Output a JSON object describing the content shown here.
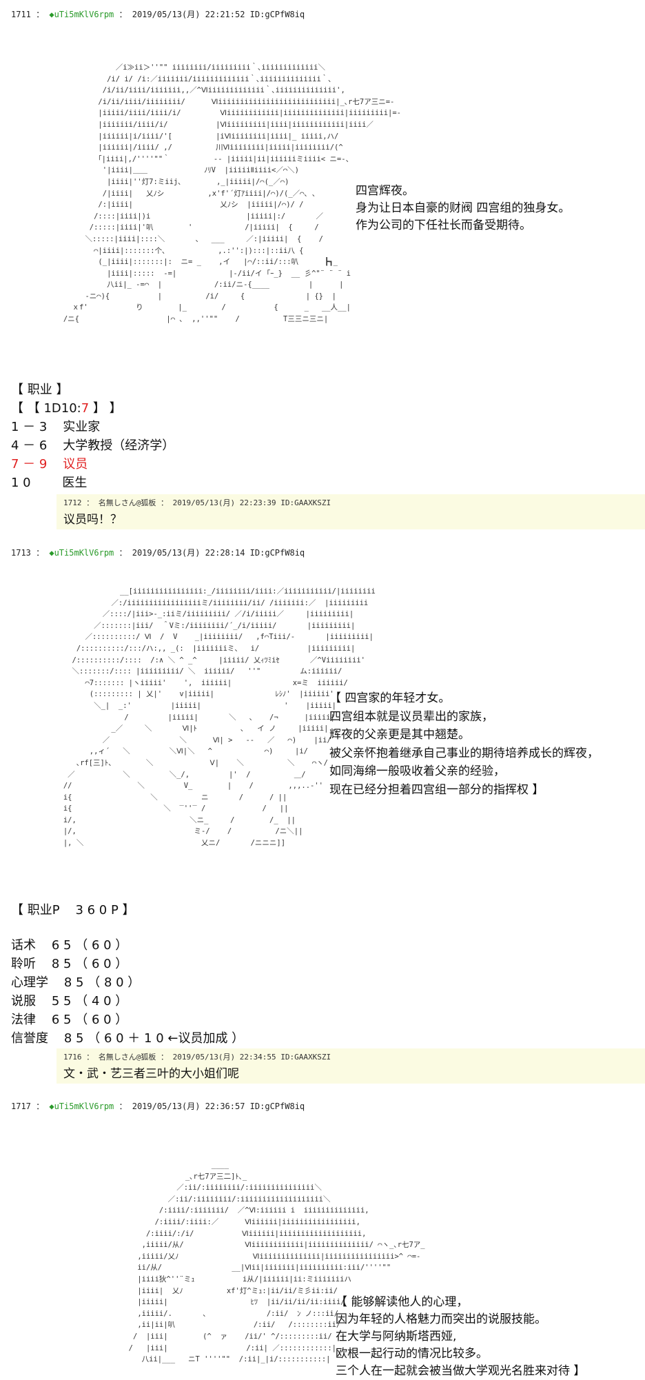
{
  "posts": [
    {
      "number": "1711",
      "trip": "◆uTi5mKlV6rpm",
      "date": "2019/05/13(月) 22:21:52 ID:gCPfW8iq",
      "ascii_art": "                        ／i≫ii＞''\"\" iiiiiiii/iiiiiiiii｀､iiiiiiiiiiiii＼\n                      /i/ i/ /i:／iiiiiii/iiiiiiiiiiiii｀､iiiiiiiiiiiiii｀､\n                     /i/ii/iiii/iiiiiii,,／^Ⅵiiiiiiiiiiiii｀､iiiiiiiiiiiiii',\n                    /i/ii/iiii/iiiiiiii/      Ⅵiiiiiiiiiiiiiiiiiiiiiiiiiii|_､r七7ア三ニ=-\n                    |iiiii/iiii/iiii/i/         Ⅵiiiiiiiiiiii|iiiiiiiiiiiiii|iiiiiiiii|=-\n                    |iiiiiii/iiii/i/           |Ⅵiiiiiiiii|iiii|iiiiiiiiiiii|iiii／\n                    |iiiiii|i/iiii/'[          |iⅥiiiiiiii|iiii|_ iiiii,ハ/\n                    |iiiiii|/iiii/ ,/          川Ⅵiiiiiiii|iiiii|iiiiiiii/(^\n                    ｢|iiii|,/''''\"\"｀          -- |iiiii|ii|iiiiiiミiiii< ニ=-、\n                     '|iiii|＿＿             ﾉﾘV  |iiiiiⅡiiii<／⌒＼)\n                      |iiii|''灯7:ミiij､        ,_|iiiii|/⌒(_／⌒)\n                     /|iiii|   乂ﾉシ          ,x'f'´灯ｱiiii|/⌒)/(_／⌒､ ､\n                    /:|iiii|                    乂ﾉシ  |iiiii|/⌒)/ /\n                   /::::|iiii|)i                      |iiiii|:/       ／\n                  /:::::|iiii|'叭        '            /|iiiii|  {     /\n                 ＼:::::|iiii|::::＼       、  ___     ／:|iiiii|  {    /\n                   ⌒|iiii|:::::::个､            ,.:'':|):::|::ii八 {\n                    (_|iiii|:::::::|:  ニ= _    ,イ   |⌒/::ii/:::叭      ┣┓_\n                      |iiii|:::::  -=|            |-/ii/イ ｢ｰ_}  __ 彡^\"¨ ¨ ¨ i\n                      八ii|_ -=⌒  |            /:ii/ニ-{____         |      |\n                 -ニ⌒){           |          /i/     {              | {}  |\n              ｘf'           り        |_        /           {      _   __人__|\n            /ニ{                    |⌒ ､  ,,''\"\"    /          T三三ニ三ニ|",
      "side_text": [
        "四宫辉夜。",
        "身为让日本自豪的财阀 四宫组的独身女。",
        "作为公司的下任社长而备受期待。"
      ]
    },
    {
      "number": "1713",
      "trip": "◆uTi5mKlV6rpm",
      "date": "2019/05/13(月) 22:28:14 ID:gCPfW8iq",
      "ascii_art": "                         __[iiiiiiiiiiiiiiii:_/iiiiiiii/iiii:／iiiiiiiiiii/|iiiiiiii\n                       ／:/iiiiiiiiiiiiiiiiiミ/iiiiiiii/ii/ /iiiiiii:／  |iiiiiiiii\n                     ／::::/|iii>-_:iiミ/iiiiiiiii/ ／/i/iiiii／     |iiiiiiiii|\n                   ／:::::::|iii/  ＾Vミ:/iiiiiiii/´_/i/iiiii/       |iiiiiiiii|\n                 ／::::::::::/ Ⅵ  /  V    _|iiiiiiii/   ,f⌒Tiii/-       |iiiiiiiii|\n               /::::::::::/:::/ハ:,, _(:  |iiiiiiiミ、  i/           |iiiiiiiii|\n              /::::::::::/::::  /:∧ ＼ ^ _^     |iiiii/ 乂ｨﾂﾐiｾ       ／^Viiiiiiii'\n              ＼:::::::/:::: |iiiiiiiii/ ＼  iiiiii/   ''\"         ム:iiiiii/\n                 ⌒7::::::: |ヽiiiii'    ',  iiiiii|              x=ミ  iiiiii/\n                  (::::::::: | 乂|'    v|iiiii|              ﾚｼﾉ'  |iiiiii'\n                   ＼_|  _:'         |iiiii|                   '    |iiiii|\n                          /         |iiiii|       ＼   、   /¬      |iiiii|\n                       _／     ＼       Ⅵ|ﾄ          ､   イ ノ     |iiiii|\n                     ／                ＼      Ⅵ| >   --   ／   ⌒)    |ii/\n                  ,,ィ´   ＼         ＼Ⅵ|＼   ^            ⌒)     |i/\n               ､rf[三]ﾄ、       ＼             Ⅴ|    ＼          ＼    ⌒ヽ/\n             ／           ＼         ＼_/,         |'  /          ＿/\n            //               ＼         V_        |    /        ,,,..-''\n            i{                  ＼          ニ       /      / ||\n            i{                     ＼  ‾''‾ /             /   ||\n            i/,                          ＼ニ_     /        /_  ||\n            |/,                           ミ-/    /          /ニ＼||\n            |, ＼                           乂ニ/       /ニニニ]]",
      "side_text": [
        "【 四宫家的年轻才女。",
        "四宫组本就是议员辈出的家族，",
        "辉夜的父亲更是其中翘楚。",
        "被父亲怀抱着继承自己事业的期待培养成长的辉夜，",
        "如同海绵一般吸收着父亲的经验，",
        "现在已经分担着四宫组一部分的指挥权 】"
      ]
    },
    {
      "number": "1717",
      "trip": "◆uTi5mKlV6rpm",
      "date": "2019/05/13(月) 22:36:57 ID:gCPfW8iq",
      "ascii_art": "                                              ____\n                                        _､r七7ア三二]ﾄ､_\n                                      ／:ii/:iiiiiiii/:iiiiiiiiiiiiiii＼\n                                    ／:ii/:iiiiiiii/:iiiiiiiiiiiiiiiiiii＼\n                                  /:iiii/:iiiiiii/  ／^Ⅵ:iiiiii i  iiiiiiiiiiiiii,\n                                 /:iiii/:iiii:／      Ⅵiiiiii|iiiiiiiiiiiiiiiii,\n                               /:iiii/:/i/           Ⅵiiiiii|iiiiiiiiiiiiiiiiiii,\n                              ,iiiii/从/              Ⅵiiiiiiiiiiii|iiiiiiiiiiiiii/ ⌒ヽ_､r七7ア_\n                             ,iiiii/乂ﾉ                 Ⅵiiiiiiiiiiiiii|iiiiiiiiiiiiiiii>^ ⌒=-\n                             ii/从/                __|Ⅵii|iiiiiii|iiiiiiiiii:iii/''''\"\"\n                             |iiii狄^''¨ミｭ           i从/|iiiiii|ii:ミiiiiiiiハ\n                             |iiii|  乂ﾉ          xf'灯^ミｭ:|ii/ii/ミ彡ii:ii/\n                             |iiiii|                   ﾋﾂ  |ii/ii/ii/ii:iiii/\n                             ,iiiii/.       、             /:ii/  ﾝ ノ:::ii/\n                             ,ii|ii|叭                  /:ii/   /::::::::ii/\n                            /  |iii|        (^  ァ    /ii/' ^/:::::::::ii/\n                           /   |iii|                  /:ii| ／::::::::::::|\n                              八ii|___   ニT ''''\"\"  /:ii|_|i/:::::::::::|"
    }
  ],
  "job_roll": {
    "title": "【 职业 】",
    "dice_prefix": "【 【 1D10:",
    "dice_result": "7",
    "dice_suffix": " 】 】",
    "options": [
      {
        "range": "1 － 3",
        "job": "实业家"
      },
      {
        "range": "4 － 6",
        "job": "大学教授（经济学）"
      },
      {
        "range": "7 － 9",
        "job": "议员"
      },
      {
        "range": "1 0",
        "job": "医生"
      }
    ]
  },
  "reply_1712": {
    "header": "1712 ： 名無しさん@狐板 ： 2019/05/13(月) 22:23:39 ID:GAAXKSZI",
    "body": "议员吗！？"
  },
  "skills": {
    "title": "【 职业P    3 6 0 P 】",
    "items": [
      "话术    6 5 （ 6 0 ）",
      "聆听    8 5 （ 6 0 ）",
      "心理学    8 5 （ 8 0 ）",
      "说服    5 5 （ 4 0 ）",
      "法律    6 5 （ 6 0 ）",
      "信誉度    8 5 （ 6 0 ＋ 1 0 ←议员加成 ）"
    ]
  },
  "reply_1716": {
    "header": "1716 ： 名無しさん@狐板 ： 2019/05/13(月) 22:34:55 ID:GAAXKSZI",
    "body": "文・武・艺三者三叶的大小姐们呢"
  },
  "side_1717": [
    "【 能够解读他人的心理，",
    "因为年轻的人格魅力而突出的说服技能。",
    "在大学与阿纳斯塔西娅,",
    "欧根一起行动的情况比较多。",
    "三个人在一起就会被当做大学观光名胜来对待 】"
  ],
  "colors": {
    "trip": "#2a9a2a",
    "highlight": "#e02020",
    "reply_bg": "#fbfbe2"
  }
}
